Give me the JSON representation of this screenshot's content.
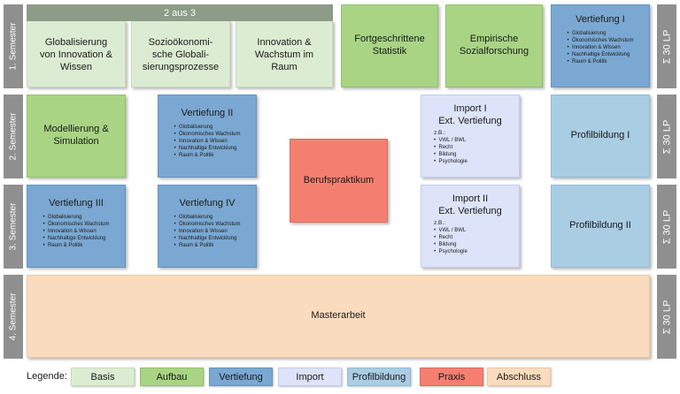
{
  "banner": "2 aus 3",
  "semesters": [
    {
      "label": "1. Semester",
      "lp": "Σ 30 LP"
    },
    {
      "label": "2. Semester",
      "lp": "Σ 30 LP"
    },
    {
      "label": "3. Semester",
      "lp": "Σ 30 LP"
    },
    {
      "label": "4. Semester",
      "lp": "Σ 30 LP"
    }
  ],
  "modules": {
    "globalisierung": "Globalisierung von Innovation & Wissen",
    "soziooekonomische": "Sozioökonomi-sche Globali-sierungsprozesse",
    "innovation": "Innovation & Wachstum im Raum",
    "statistik": "Fortgeschrittene Statistik",
    "sozialforschung": "Empirische Sozialforschung",
    "modellierung": "Modellierung & Simulation",
    "berufspraktikum": "Berufspraktikum",
    "profil1": "Profilbildung I",
    "profil2": "Profilbildung II",
    "masterarbeit": "Masterarbeit"
  },
  "vertiefung": {
    "v1": {
      "title": "Vertiefung I"
    },
    "v2": {
      "title": "Vertiefung II"
    },
    "v3": {
      "title": "Vertiefung III"
    },
    "v4": {
      "title": "Vertiefung IV"
    },
    "items": [
      "Globalisierung",
      "Ökonomisches Wachstum",
      "Innovation & Wissen",
      "Nachhaltige Entwicklung",
      "Raum & Politik"
    ]
  },
  "imports": {
    "i1": {
      "title1": "Import I",
      "title2": "Ext. Vertiefung",
      "zb": "z.B.:",
      "items": [
        "VWL / BWL",
        "Recht",
        "Bildung",
        "Psychologie"
      ]
    },
    "i2": {
      "title1": "Import II",
      "title2": "Ext. Vertiefung",
      "zb": "z.B.:",
      "items": [
        "VWL / BWL",
        "Recht",
        "Bildung",
        "Psychologie"
      ]
    }
  },
  "legend": {
    "label": "Legende:",
    "items": [
      "Basis",
      "Aufbau",
      "Vertiefung",
      "Import",
      "Profilbildung",
      "Praxis",
      "Abschluss"
    ]
  }
}
